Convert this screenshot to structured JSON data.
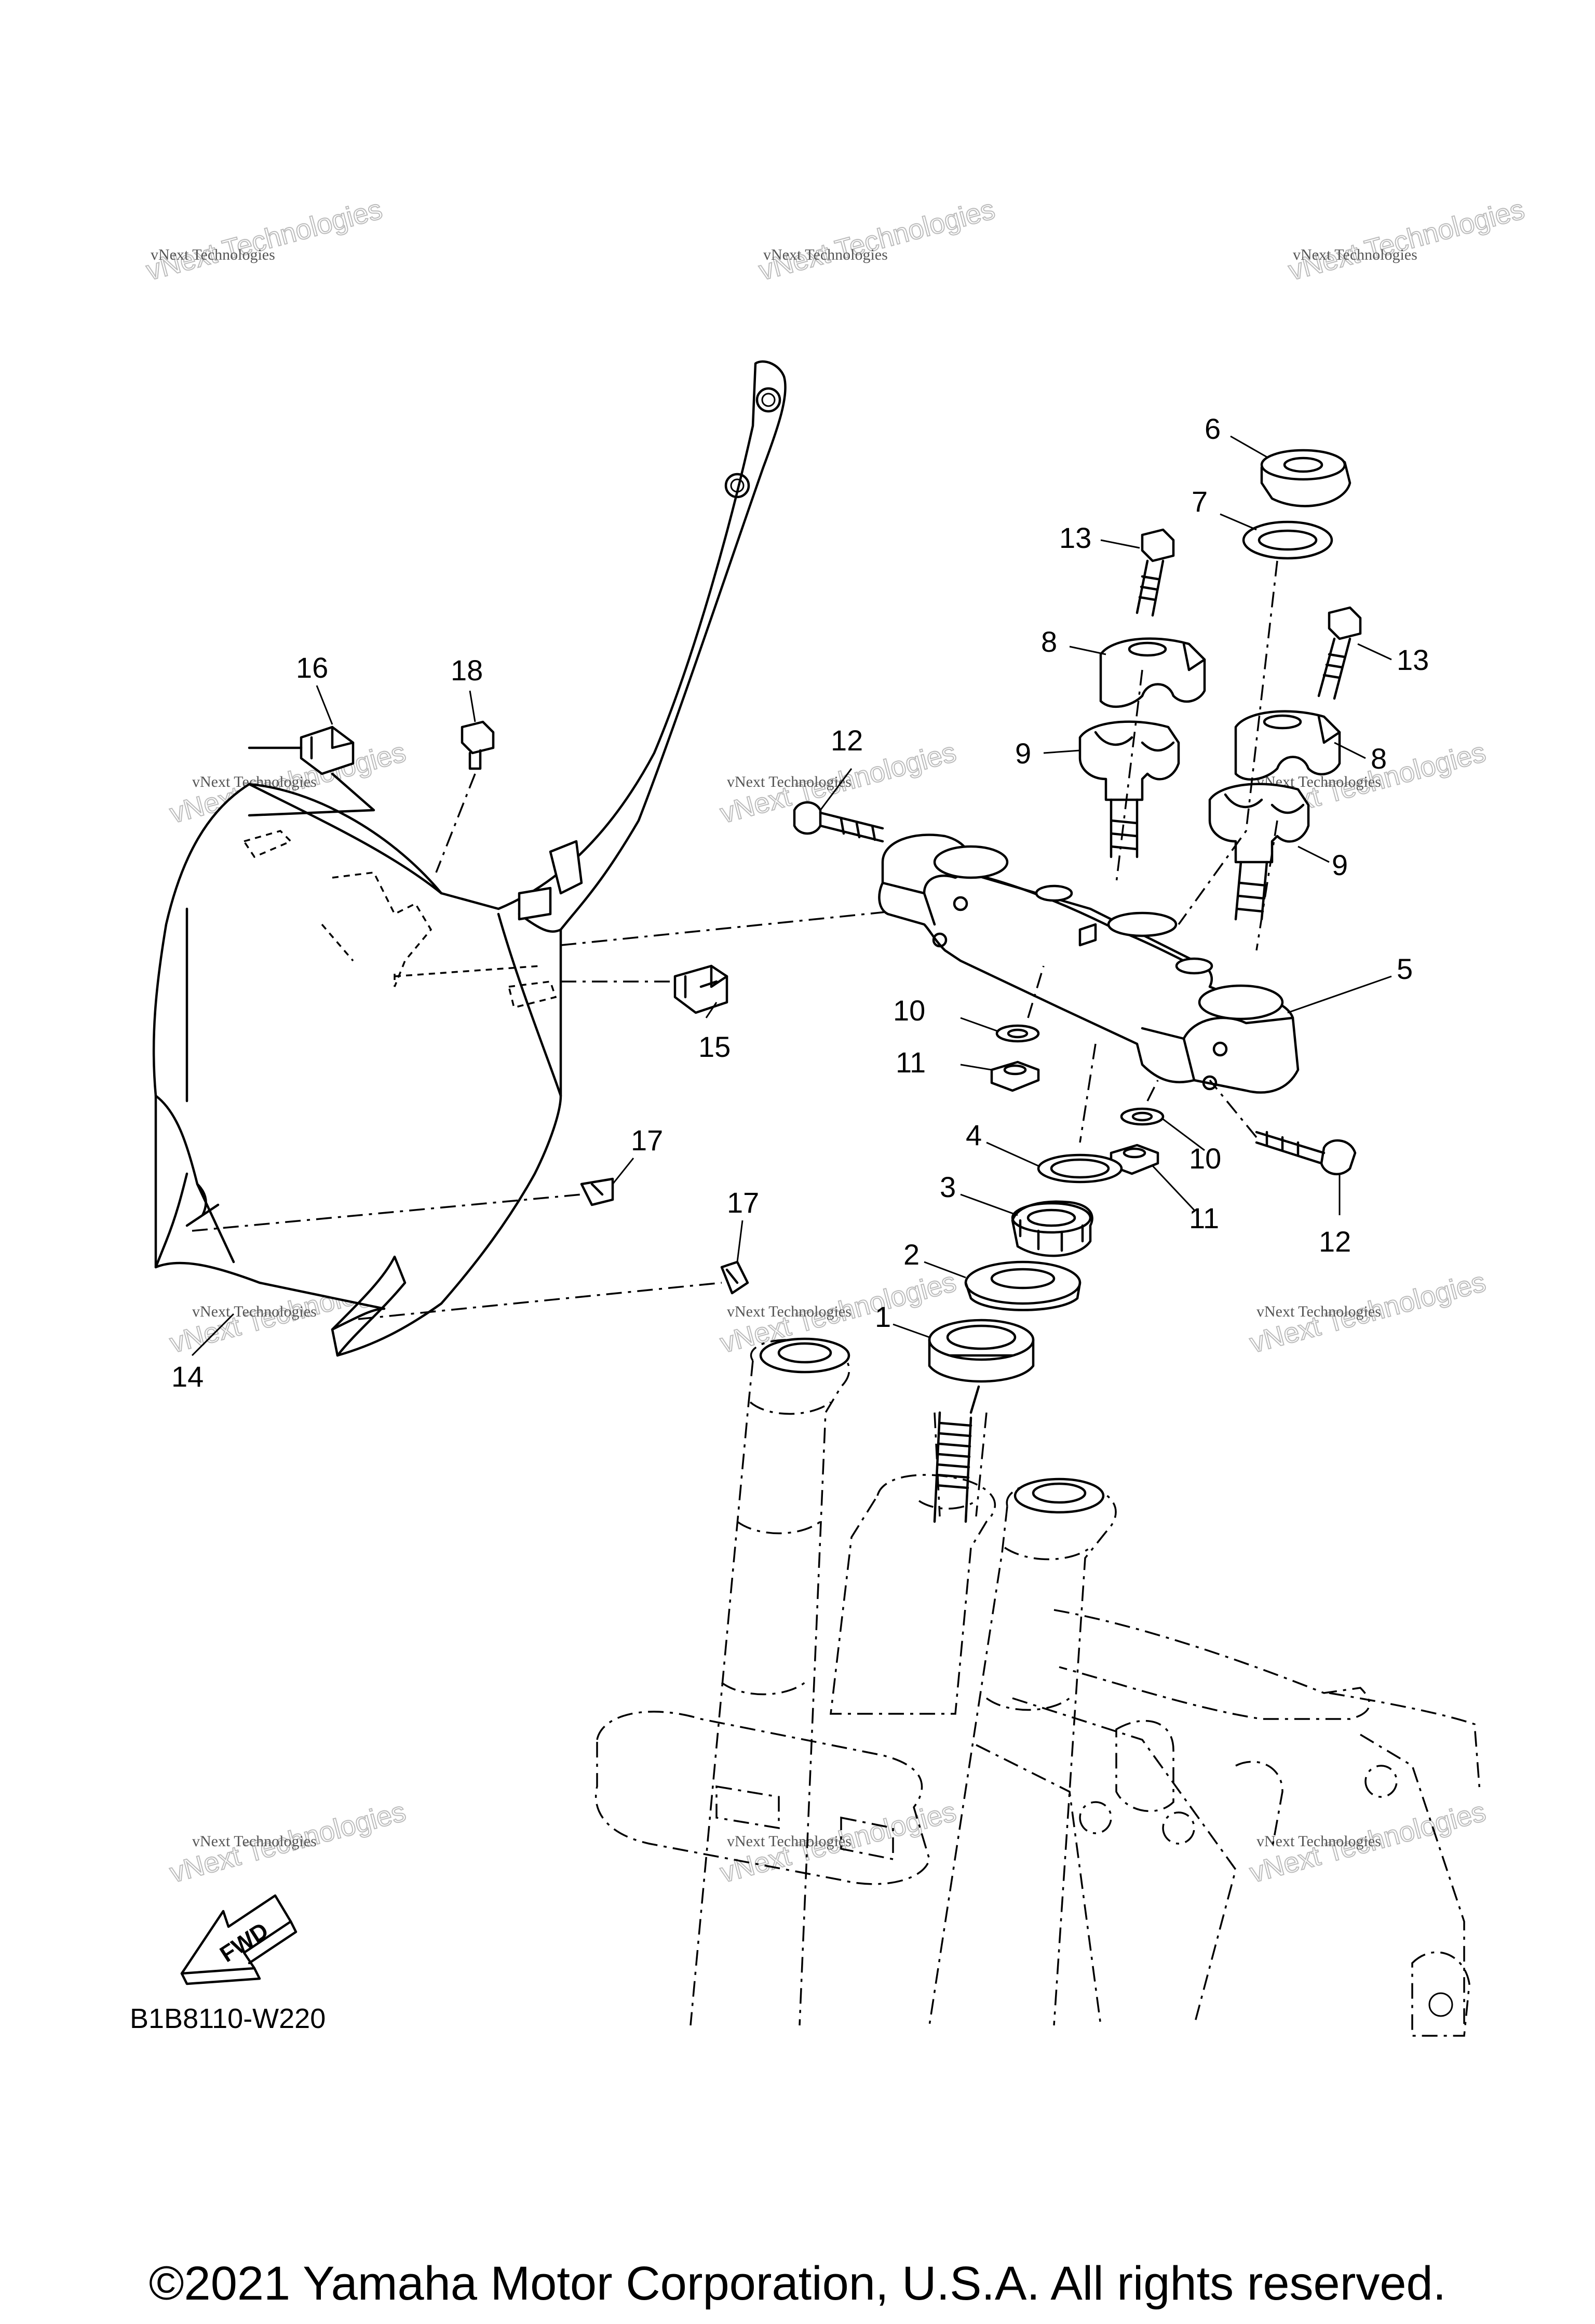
{
  "diagram_code": "B1B8110-W220",
  "fwd_label": "FWD",
  "copyright": "©2021 Yamaha Motor Corporation, U.S.A. All rights reserved.",
  "watermark": {
    "line1": "vNext Technologies",
    "line2": "vNext Technologies"
  },
  "callouts": {
    "p1": "1",
    "p2": "2",
    "p3": "3",
    "p4": "4",
    "p5": "5",
    "p6": "6",
    "p7": "7",
    "p8a": "8",
    "p8b": "8",
    "p9a": "9",
    "p9b": "9",
    "p10a": "10",
    "p10b": "10",
    "p11a": "11",
    "p11b": "11",
    "p12a": "12",
    "p12b": "12",
    "p13a": "13",
    "p13b": "13",
    "p14": "14",
    "p15": "15",
    "p16": "16",
    "p17a": "17",
    "p17b": "17",
    "p18": "18"
  }
}
